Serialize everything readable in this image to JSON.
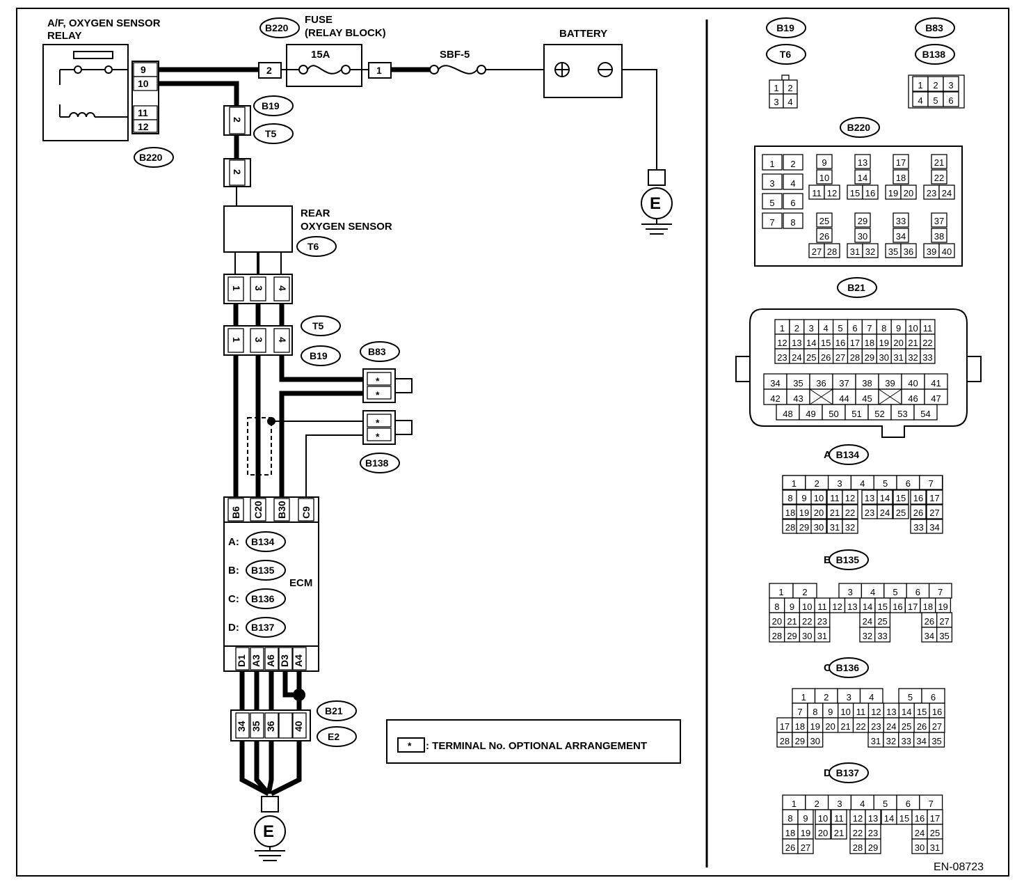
{
  "labels": {
    "af_relay": [
      "A/F, OXYGEN SENSOR",
      "RELAY"
    ],
    "fuse": [
      "FUSE",
      "(RELAY BLOCK)"
    ],
    "fuse_rating": "15A",
    "sbf": "SBF-5",
    "battery": "BATTERY",
    "rear_sensor": [
      "REAR",
      "OXYGEN SENSOR"
    ],
    "ecm": "ECM",
    "ground": "E",
    "legend_star": "*",
    "legend_text": ": TERMINAL No. OPTIONAL ARRANGEMENT",
    "figure_id": "EN-08723"
  },
  "connectors": {
    "B220": "B220",
    "B19": "B19",
    "T5": "T5",
    "T6": "T6",
    "B83": "B83",
    "B138": "B138",
    "B21": "B21",
    "E2": "E2",
    "B134": "B134",
    "B135": "B135",
    "B136": "B136",
    "B137": "B137"
  },
  "ecm_groups": [
    {
      "letter": "A:",
      "conn": "B134"
    },
    {
      "letter": "B:",
      "conn": "B135"
    },
    {
      "letter": "C:",
      "conn": "B136"
    },
    {
      "letter": "D:",
      "conn": "B137"
    }
  ],
  "pins": {
    "relay": [
      "9",
      "10",
      "11",
      "12"
    ],
    "fuse_in": "2",
    "fuse_out": "1",
    "b19_t5": "2",
    "t6_to_t5": "2",
    "sensor": [
      "1",
      "3",
      "4"
    ],
    "ecm_top": [
      "B6",
      "C20",
      "B30",
      "C9"
    ],
    "ecm_bottom": [
      "D1",
      "A3",
      "A6",
      "D3",
      "A4"
    ],
    "ground_conn": [
      "34",
      "35",
      "36",
      "",
      "40"
    ],
    "star": "*"
  },
  "side_titles": {
    "b134": "A:",
    "b135": "B:",
    "b136": "C:",
    "b137": "D:"
  }
}
